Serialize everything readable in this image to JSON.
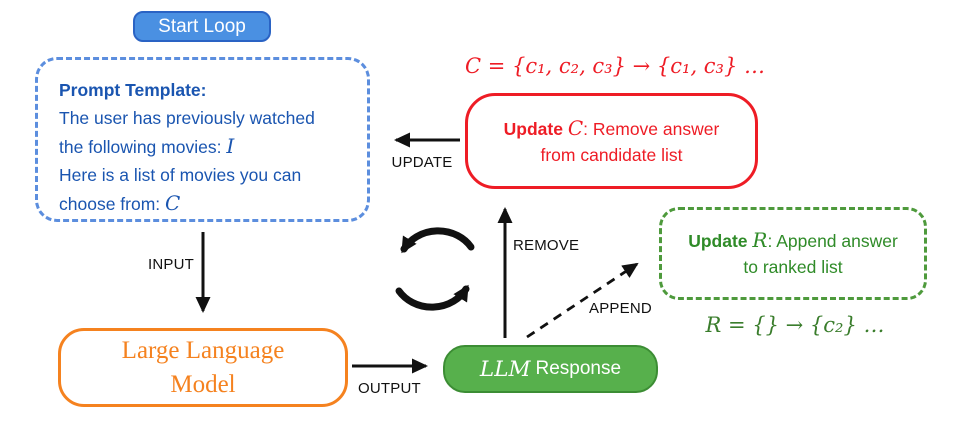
{
  "start_button": {
    "label": "Start Loop"
  },
  "prompt_box": {
    "title": "Prompt Template:",
    "line1": "The user has previously watched",
    "line2_text": "the following movies: ",
    "line2_var": "I",
    "line3": "Here is a list of movies you can",
    "line4_text": "choose from: ",
    "line4_var": "C"
  },
  "red_section": {
    "equation": "C = {c₁, c₂, c₃} → {c₁, c₃} …",
    "box_bold": "Update ",
    "box_var": "C",
    "box_rest": ": Remove answer from candidate list"
  },
  "green_section": {
    "box_bold": "Update ",
    "box_var": "R",
    "box_rest": ": Append answer to ranked list",
    "equation": "R = {} → {c₂} …"
  },
  "llm_box": {
    "label": "Large Language Model"
  },
  "response_box": {
    "italic": "LLM",
    "label": "Response"
  },
  "arrow_labels": {
    "update": "UPDATE",
    "input": "INPUT",
    "remove": "REMOVE",
    "append": "APPEND",
    "output": "OUTPUT"
  },
  "icons": {
    "cycle_icon": "counterclockwise-refresh-loop"
  },
  "colors": {
    "button_fill": "#4a90e2",
    "button_border": "#2a63c4",
    "prompt_text_blue": "#1a55b0",
    "prompt_dash_blue": "#5c8ede",
    "red": "#ee1c25",
    "response_fill": "#57b04c",
    "response_border": "#3c8d34",
    "green_box_dash": "#4e9a3c",
    "green_box_text": "#2f8b28",
    "green_equation": "#3a7d2c",
    "orange": "#f5821f",
    "arrow_black": "#111111"
  }
}
